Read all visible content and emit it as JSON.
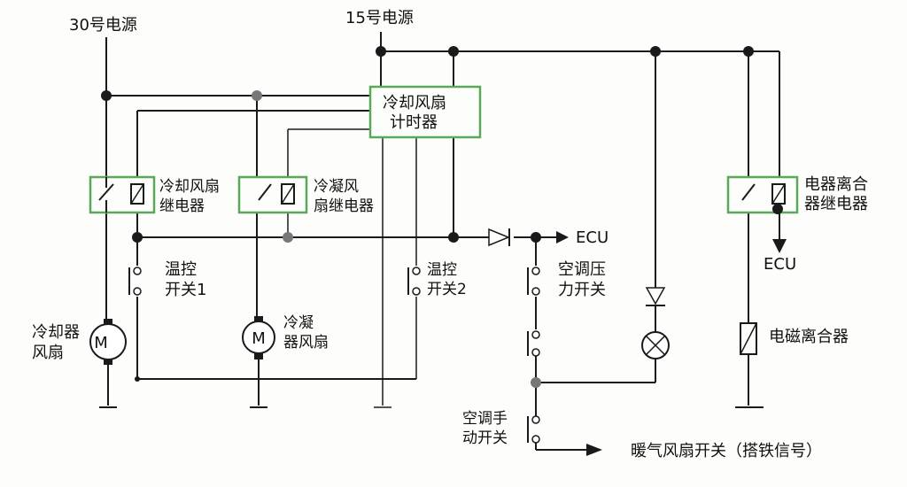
{
  "labels": {
    "power30": "30号电源",
    "power15": "15号电源",
    "timer_line1": "冷却风扇",
    "timer_line2": "计时器",
    "relay1_line1": "冷却风扇",
    "relay1_line2": "继电器",
    "relay2_line1": "冷凝风",
    "relay2_line2": "扇继电器",
    "relay3_line1": "电器离合",
    "relay3_line2": "器继电器",
    "ecu1": "ECU",
    "ecu2": "ECU",
    "thermo1_line1": "温控",
    "thermo1_line2": "开关1",
    "thermo2_line1": "温控",
    "thermo2_line2": "开关2",
    "ac_pressure_line1": "空调压",
    "ac_pressure_line2": "力开关",
    "ac_manual_line1": "空调手",
    "ac_manual_line2": "动开关",
    "cooler_fan_line1": "冷却器",
    "cooler_fan_line2": "风扇",
    "condenser_fan_line1": "冷凝",
    "condenser_fan_line2": "器风扇",
    "clutch": "电磁离合器",
    "heater_switch": "暖气风扇开关（搭铁信号）",
    "motor1": "M",
    "motor2": "M"
  },
  "colors": {
    "box_green": "#5aa85a",
    "wire": "#1a1a1a"
  }
}
